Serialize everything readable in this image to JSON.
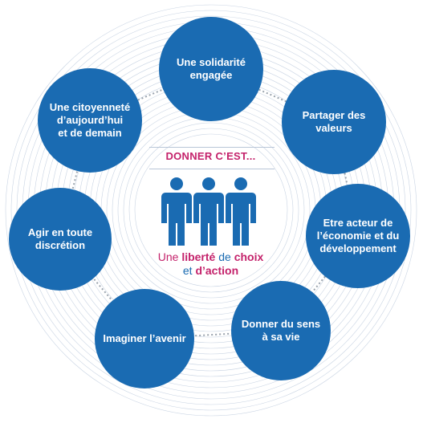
{
  "center": {
    "title": "DONNER C’EST...",
    "tagline": {
      "w1": "Une ",
      "w2": "liberté",
      "w3": " de ",
      "w4": "choix",
      "w5": "et ",
      "w6": "d’action"
    }
  },
  "bubbles": [
    {
      "label": "Une solidarité\nengagée"
    },
    {
      "label": "Partager des\nvaleurs"
    },
    {
      "label": "Etre acteur de\nl’économie et du\ndéveloppement"
    },
    {
      "label": "Donner du sens\nà sa vie"
    },
    {
      "label": "Imaginer l’avenir"
    },
    {
      "label": "Agir en toute\ndiscrétion"
    },
    {
      "label": "Une citoyenneté\nd’aujourd’hui\net de demain"
    }
  ],
  "colors": {
    "bubble": "#1a6bb2",
    "accent": "#c4226b",
    "rings": "#c9d4e3",
    "connector": "#9aa3ad"
  }
}
